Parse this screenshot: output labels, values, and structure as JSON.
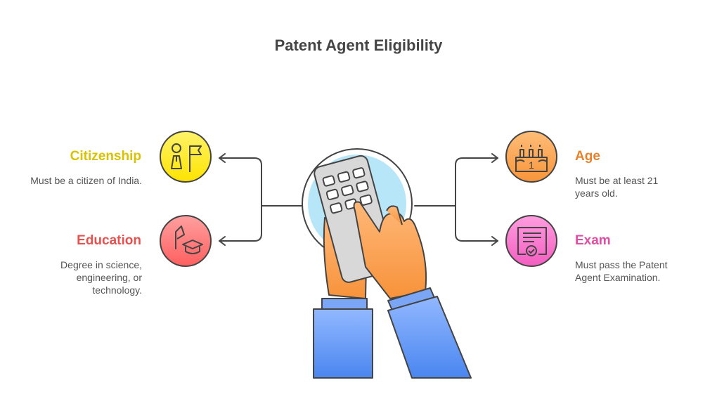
{
  "title": "Patent Agent Eligibility",
  "items": [
    {
      "label": "Citizenship",
      "desc": "Must be a citizen of India.",
      "color": "#d9c200",
      "icon": "citizen-flag-icon"
    },
    {
      "label": "Education",
      "desc": "Degree in science, engineering, or technology.",
      "color": "#e5514f",
      "icon": "graduation-cap-icon"
    },
    {
      "label": "Age",
      "desc": "Must be at least 21 years old.",
      "color": "#e7822c",
      "icon": "birthday-cake-icon",
      "icon_text": "1"
    },
    {
      "label": "Exam",
      "desc": "Must pass the Patent Agent Examination.",
      "color": "#df4ea2",
      "icon": "certificate-icon"
    }
  ]
}
